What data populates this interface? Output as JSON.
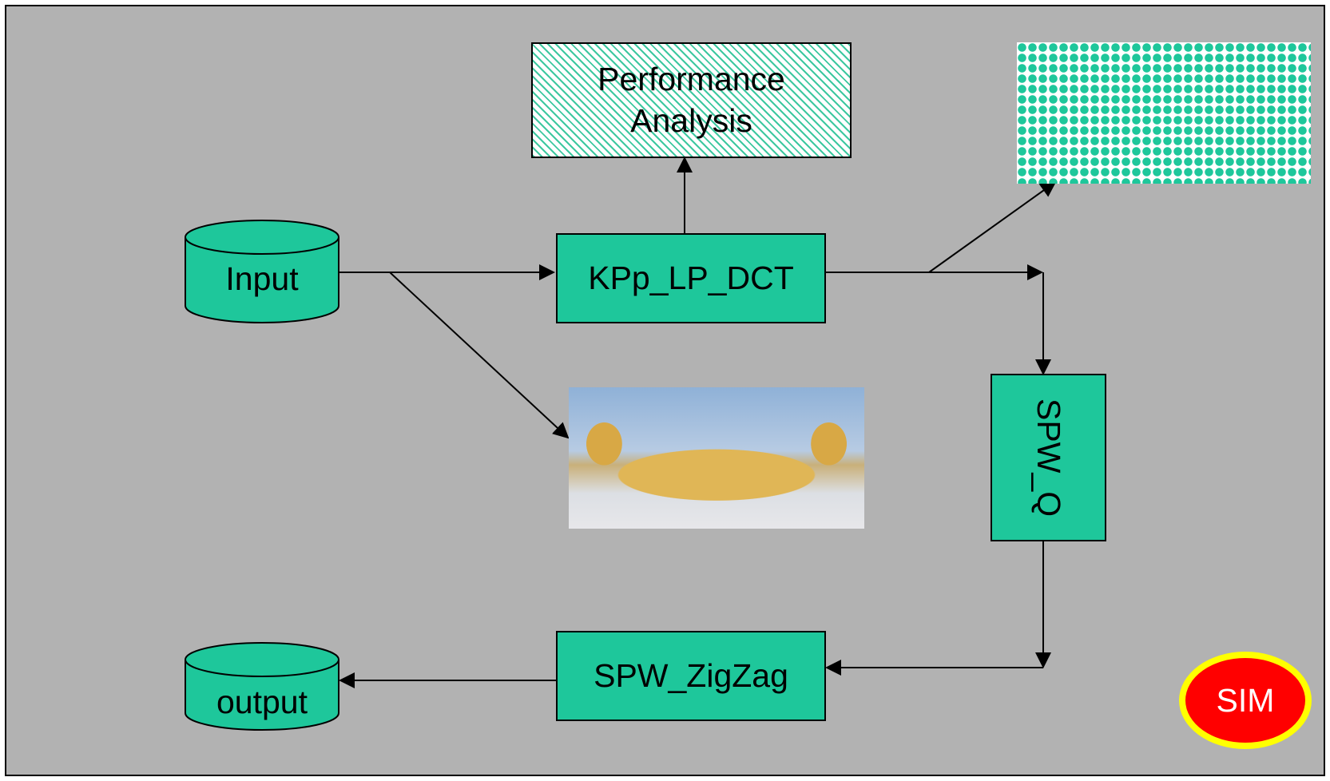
{
  "nodes": {
    "performance": "Performance\nAnalysis",
    "input": "Input",
    "kpp": "KPp_LP_DCT",
    "spw_q": "SPW_Q",
    "zigzag": "SPW_ZigZag",
    "output": "output",
    "sim": "SIM"
  },
  "colors": {
    "background": "#b2b2b2",
    "node_fill": "#1ec79b",
    "sim_fill": "#ff0000",
    "sim_ring": "#ffff00"
  },
  "icons": {
    "input": "cylinder-icon",
    "output": "cylinder-icon",
    "pattern": "dot-pattern",
    "photo": "golden-temple-photo"
  }
}
